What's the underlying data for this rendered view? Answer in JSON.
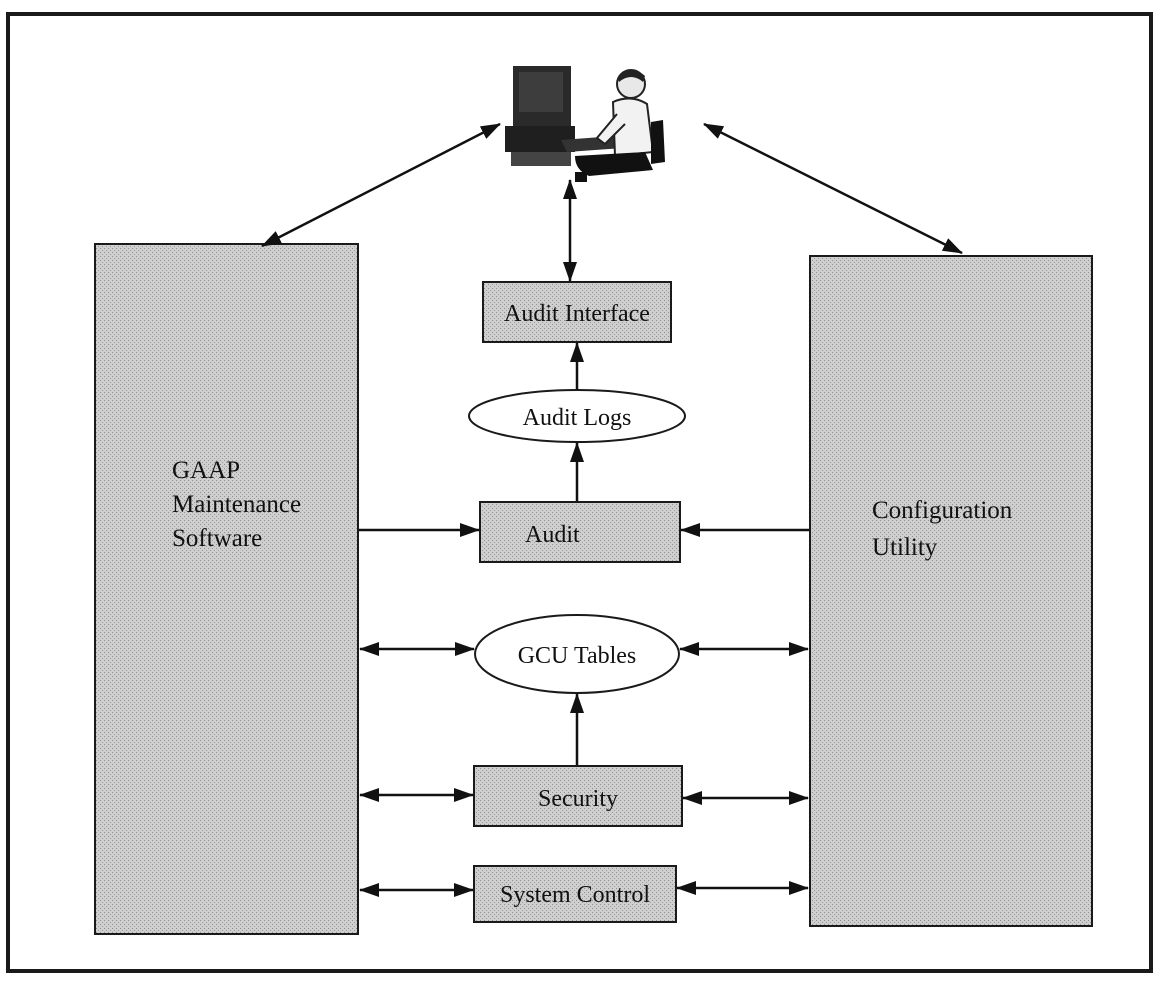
{
  "nodes": {
    "gaap": {
      "lines": [
        "GAAP",
        "Maintenance",
        "Software"
      ]
    },
    "config": {
      "lines": [
        "Configuration",
        "Utility"
      ]
    },
    "audit_interface": {
      "label": "Audit Interface"
    },
    "audit_logs": {
      "label": "Audit Logs"
    },
    "audit": {
      "label": "Audit"
    },
    "gcu_tables": {
      "label": "GCU Tables"
    },
    "security": {
      "label": "Security"
    },
    "system_control": {
      "label": "System Control"
    }
  },
  "user": {
    "icon": "computer-user-icon"
  },
  "colors": {
    "box_fill": "#c8c8c8",
    "stroke": "#1a1a1a",
    "background": "#ffffff"
  }
}
